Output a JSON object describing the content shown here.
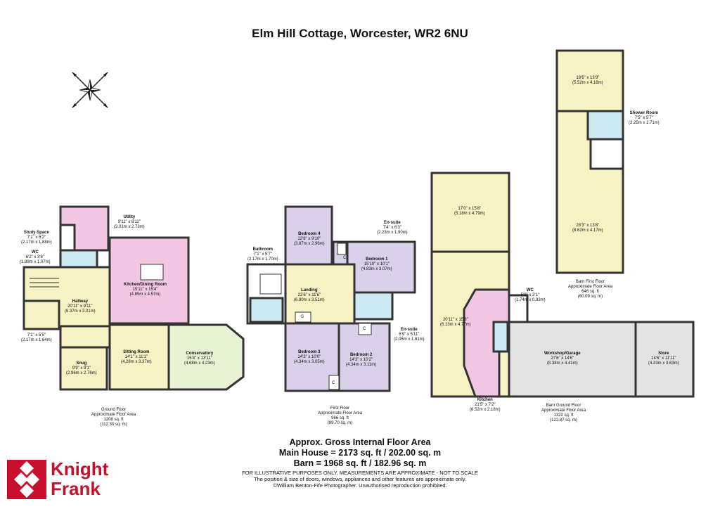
{
  "title": "Elm Hill Cottage, Worcester, WR2 6NU",
  "colors": {
    "wall": "#333333",
    "pink": "#f3c6e4",
    "yellow": "#f7f2c4",
    "purple": "#dad0ea",
    "blue": "#cde9f1",
    "green": "#e7f2d5",
    "grey": "#e3e3e3",
    "white": "#ffffff",
    "brand_red": "#c8102e"
  },
  "rooms": {
    "study": {
      "name": "Study Space",
      "dims": "7'1\" x 6'2\"",
      "metric": "(2.17m x 1.88m)"
    },
    "utility": {
      "name": "Utility",
      "dims": "9'11\" x 8'11\"",
      "metric": "(3.01m x 2.73m)"
    },
    "wc_ground": {
      "name": "WC",
      "dims": "6'2\" x 3'6\"",
      "metric": "(1.89m x 1.07m)"
    },
    "kitchen_dining": {
      "name": "Kitchen/Dining Room",
      "dims": "15'11\" x 15'4\"",
      "metric": "(4.85m x 4.57m)"
    },
    "hallway": {
      "name": "Hallway",
      "dims": "20'11\" x 9'11\"",
      "metric": "(6.37m x 3.01m)"
    },
    "porch": {
      "dims": "7'1\" x 5'5\"",
      "metric": "(2.17m x 1.64m)"
    },
    "snug": {
      "name": "Snug",
      "dims": "9'9\" x 9'1\"",
      "metric": "(2.96m x 2.76m)"
    },
    "sitting": {
      "name": "Sitting Room",
      "dims": "14'1\" x 11'1\"",
      "metric": "(4.28m x 3.37m)"
    },
    "conservatory": {
      "name": "Conservatory",
      "dims": "15'4\" x 13'11\"",
      "metric": "(4.68m x 4.23m)"
    },
    "bedroom4": {
      "name": "Bedroom 4",
      "dims": "12'8\" x 9'10\"",
      "metric": "(3.87m x 2.96m)"
    },
    "ensuite1": {
      "name": "En-suite",
      "dims": "7'4\" x 6'3\"",
      "metric": "(2.23m x 1.90m)"
    },
    "bathroom": {
      "name": "Bathroom",
      "dims": "7'1\" x 5'7\"",
      "metric": "(2.17m x 1.70m)"
    },
    "bedroom1": {
      "name": "Bedroom 1",
      "dims": "15'10\" x 10'1\"",
      "metric": "(4.83m x 3.07m)"
    },
    "landing": {
      "name": "Landing",
      "dims": "22'6\" x 11'6\"",
      "metric": "(6.80m x 3.51m)"
    },
    "ensuite2": {
      "name": "En-suite",
      "dims": "6'9\" x 5'11\"",
      "metric": "(2.05m x 1.81m)"
    },
    "bedroom3": {
      "name": "Bedroom 3",
      "dims": "14'3\" x 10'0\"",
      "metric": "(4.34m x 3.05m)"
    },
    "bedroom2": {
      "name": "Bedroom 2",
      "dims": "14'3\" x 10'2\"",
      "metric": "(4.34m x 3.11m)"
    },
    "barn_upper_top": {
      "dims": "18'6\" x 13'9\"",
      "metric": "(5.52m x 4.18m)"
    },
    "shower": {
      "name": "Shower Room",
      "dims": "7'5\" x 5'7\"",
      "metric": "(2.25m x 1.71m)"
    },
    "barn_upper_main": {
      "dims": "28'3\" x 13'8\"",
      "metric": "(8.62m x 4.17m)"
    },
    "barn_ground_top": {
      "dims": "17'0\" x 15'8\"",
      "metric": "(5.18m x 4.79m)"
    },
    "barn_ground_main": {
      "dims": "20'11\" x 15'8\"",
      "metric": "(6.13m x 4.77m)"
    },
    "wc_barn": {
      "name": "WC",
      "dims": "5'9\" x 3'1\"",
      "metric": "(1.74m x 0.93m)"
    },
    "workshop": {
      "name": "Workshop/Garage",
      "dims": "27'6\" x 14'6\"",
      "metric": "(8.38m x 4.41m)"
    },
    "store": {
      "name": "Store",
      "dims": "14'6\" x 11'11\"",
      "metric": "(4.43m x 3.63m)"
    },
    "kitchen_barn": {
      "name": "Kitchen",
      "dims": "21'5\" x 7'2\"",
      "metric": "(6.52m x 2.18m)"
    }
  },
  "floors": {
    "ground": {
      "l1": "Ground Floor",
      "l2": "Approximate Floor Area",
      "l3": "1208 sq. ft",
      "l4": "(112.30 sq. m)"
    },
    "first": {
      "l1": "First Floor",
      "l2": "Approximate Floor Area",
      "l3": "966 sq. ft",
      "l4": "(89.70 sq. m)"
    },
    "barn_ground": {
      "l1": "Barn Ground Floor",
      "l2": "Approximate Floor Area",
      "l3": "1322 sq. ft",
      "l4": "(122.87 sq. m)"
    },
    "barn_first": {
      "l1": "Barn First Floor",
      "l2": "Approximate Floor Area",
      "l3": "646 sq. ft",
      "l4": "(60.09 sq. m)"
    }
  },
  "summary": {
    "heading": "Approx. Gross Internal Floor Area",
    "main_house": "Main House = 2173 sq. ft / 202.00 sq. m",
    "barn": "Barn = 1968 sq. ft / 182.96 sq. m"
  },
  "disclaimer": {
    "line1": "FOR ILLUSTRATIVE PURPOSES ONLY, MEASUREMENTS ARE APPROXIMATE - NOT TO SCALE",
    "line2": "The position & size of doors, windows, appliances and other features are approximate only.",
    "line3": "©William Benton-Fife Photographer. Unauthorised reproduction prohibited."
  },
  "logo": {
    "line1": "Knight",
    "line2": "Frank"
  },
  "fixtures": {
    "cupboard": "C",
    "store_mark": "S"
  }
}
